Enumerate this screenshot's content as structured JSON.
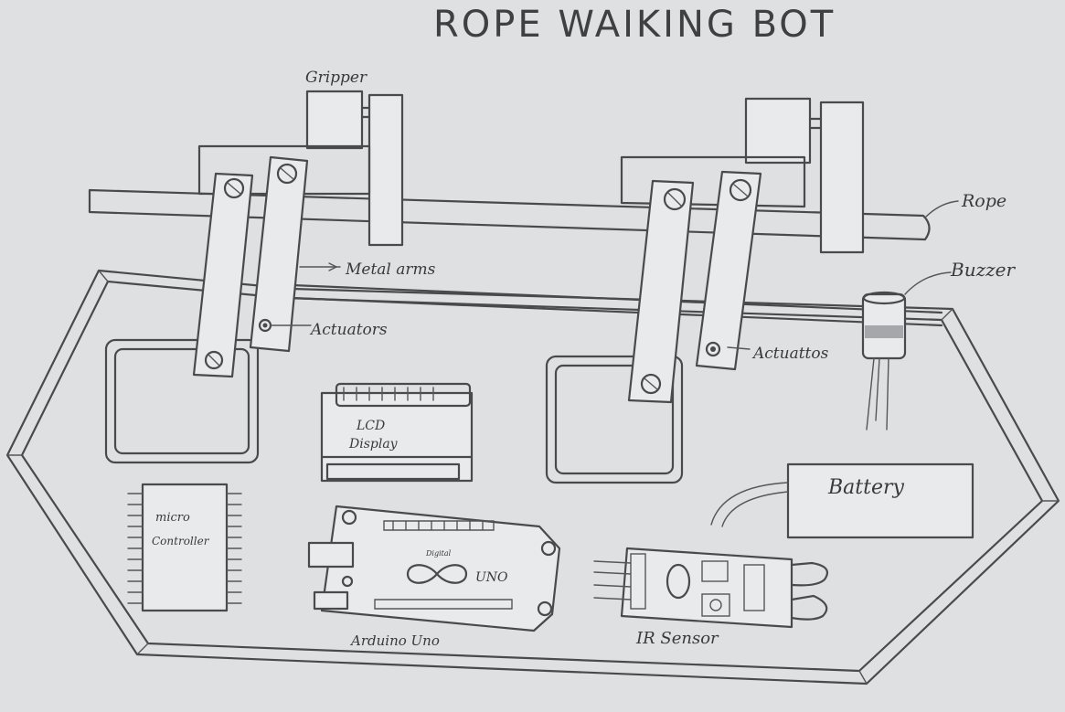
{
  "title": "ROPE WAIKING BOT",
  "labels": {
    "gripper": "Gripper",
    "rope": "Rope",
    "buzzer": "Buzzer",
    "metal_arms": "Metal arms",
    "actuators_left": "Actuators",
    "actuators_right": "Actuattos",
    "lcd_line1": "LCD",
    "lcd_line2": "Display",
    "micro_line1": "micro",
    "micro_line2": "Controller",
    "battery": "Battery",
    "arduino": "Arduino Uno",
    "arduino_board_text": "UNO",
    "arduino_brand": "Digital",
    "ir_sensor": "IR Sensor"
  },
  "colors": {
    "paper": "#dfe0e2",
    "ink": "#4a4a4e"
  },
  "icons": {
    "screw": "screw-icon",
    "infinity": "infinity-icon"
  }
}
